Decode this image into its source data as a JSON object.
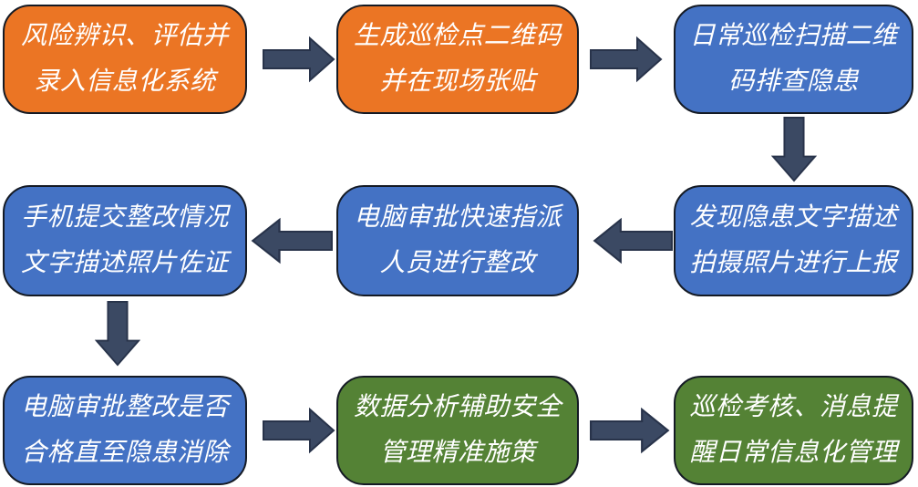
{
  "palette": {
    "orange": "#EB7524",
    "blue": "#4472C4",
    "green": "#548235",
    "arrow_fill": "#3B4963",
    "arrow_border": "#28334A",
    "box_border": "#141A24",
    "text": "#FFFFFF",
    "background": "#FFFFFF"
  },
  "flow": {
    "boxes": [
      {
        "id": "risk-entry",
        "color": "orange",
        "line1": "风险辨识、评估并",
        "line2": "录入信息化系统"
      },
      {
        "id": "qrcode-generate",
        "color": "orange",
        "line1": "生成巡检点二维码",
        "line2": "并在现场张贴"
      },
      {
        "id": "daily-scan",
        "color": "blue",
        "line1": "日常巡检扫描二维",
        "line2": "码排查隐患"
      },
      {
        "id": "hazard-report",
        "color": "blue",
        "line1": "发现隐患文字描述",
        "line2": "拍摄照片进行上报"
      },
      {
        "id": "assign-rectify",
        "color": "blue",
        "line1": "电脑审批快速指派",
        "line2": "人员进行整改"
      },
      {
        "id": "mobile-submit",
        "color": "blue",
        "line1": "手机提交整改情况",
        "line2": "文字描述照片佐证"
      },
      {
        "id": "review-until-clear",
        "color": "blue",
        "line1": "电脑审批整改是否",
        "line2": "合格直至隐患消除"
      },
      {
        "id": "data-analysis",
        "color": "green",
        "line1": "数据分析辅助安全",
        "line2": "管理精准施策"
      },
      {
        "id": "assessment-reminder",
        "color": "green",
        "line1": "巡检考核、消息提",
        "line2": "醒日常信息化管理"
      }
    ],
    "arrows": [
      {
        "from": "risk-entry",
        "to": "qrcode-generate",
        "direction": "right"
      },
      {
        "from": "qrcode-generate",
        "to": "daily-scan",
        "direction": "right"
      },
      {
        "from": "daily-scan",
        "to": "hazard-report",
        "direction": "down"
      },
      {
        "from": "hazard-report",
        "to": "assign-rectify",
        "direction": "left"
      },
      {
        "from": "assign-rectify",
        "to": "mobile-submit",
        "direction": "left"
      },
      {
        "from": "mobile-submit",
        "to": "review-until-clear",
        "direction": "down"
      },
      {
        "from": "review-until-clear",
        "to": "data-analysis",
        "direction": "right"
      },
      {
        "from": "data-analysis",
        "to": "assessment-reminder",
        "direction": "right"
      }
    ]
  }
}
